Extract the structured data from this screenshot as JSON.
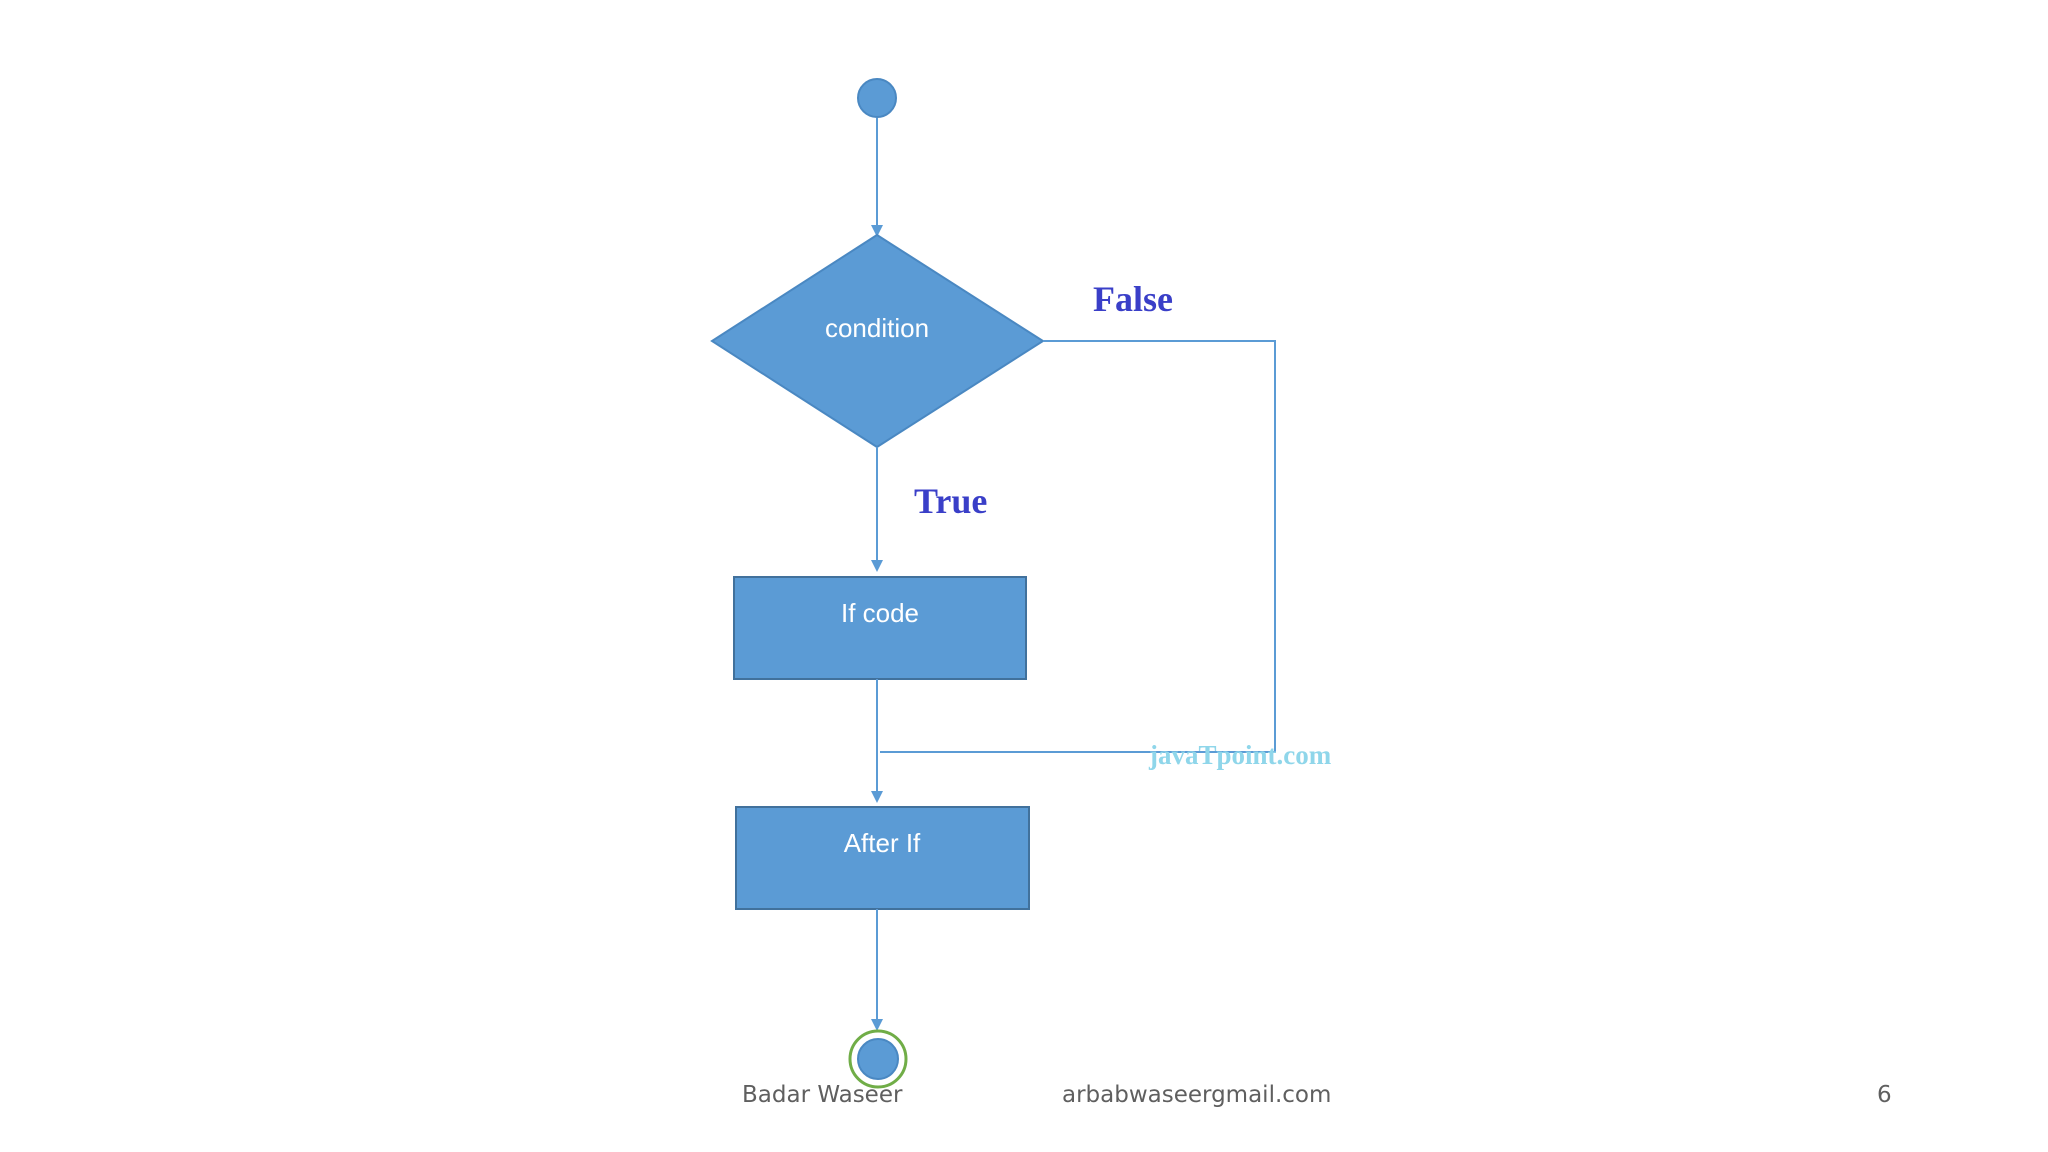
{
  "diagram": {
    "decision": {
      "label": "condition"
    },
    "branches": {
      "false_label": "False",
      "true_label": "True"
    },
    "process_if": {
      "label": "If code"
    },
    "process_after": {
      "label": "After If"
    },
    "watermark": "javaTpoint.com"
  },
  "footer": {
    "author": "Badar Waseer",
    "email": "arbabwaseergmail.com",
    "page_number": "6"
  },
  "colors": {
    "shape_fill": "#5b9bd5",
    "connector": "#5b9bd5",
    "branch_label": "#3a3fc8",
    "end_ring": "#70ad47",
    "watermark": "#8fd6ea"
  }
}
